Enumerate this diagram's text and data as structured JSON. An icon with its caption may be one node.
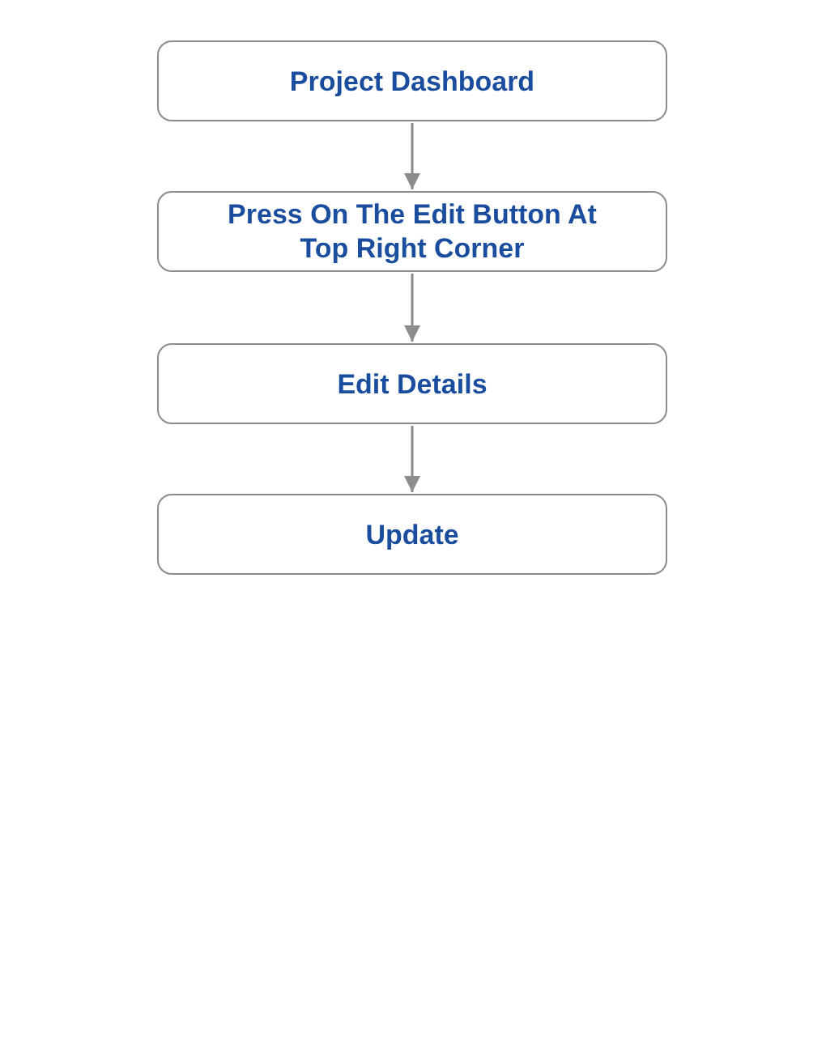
{
  "diagram": {
    "nodes": [
      {
        "text": [
          "Project Dashboard"
        ]
      },
      {
        "text": [
          "Press On The Edit Button At Top Right Corner"
        ]
      },
      {
        "text": [
          "Edit Details"
        ]
      },
      {
        "text": [
          "Update"
        ]
      }
    ],
    "edges": [
      {
        "from": 0,
        "to": 1,
        "arrow": "to"
      },
      {
        "from": 1,
        "to": 2,
        "arrow": "to"
      },
      {
        "from": 2,
        "to": 3,
        "arrow": "to"
      }
    ]
  }
}
